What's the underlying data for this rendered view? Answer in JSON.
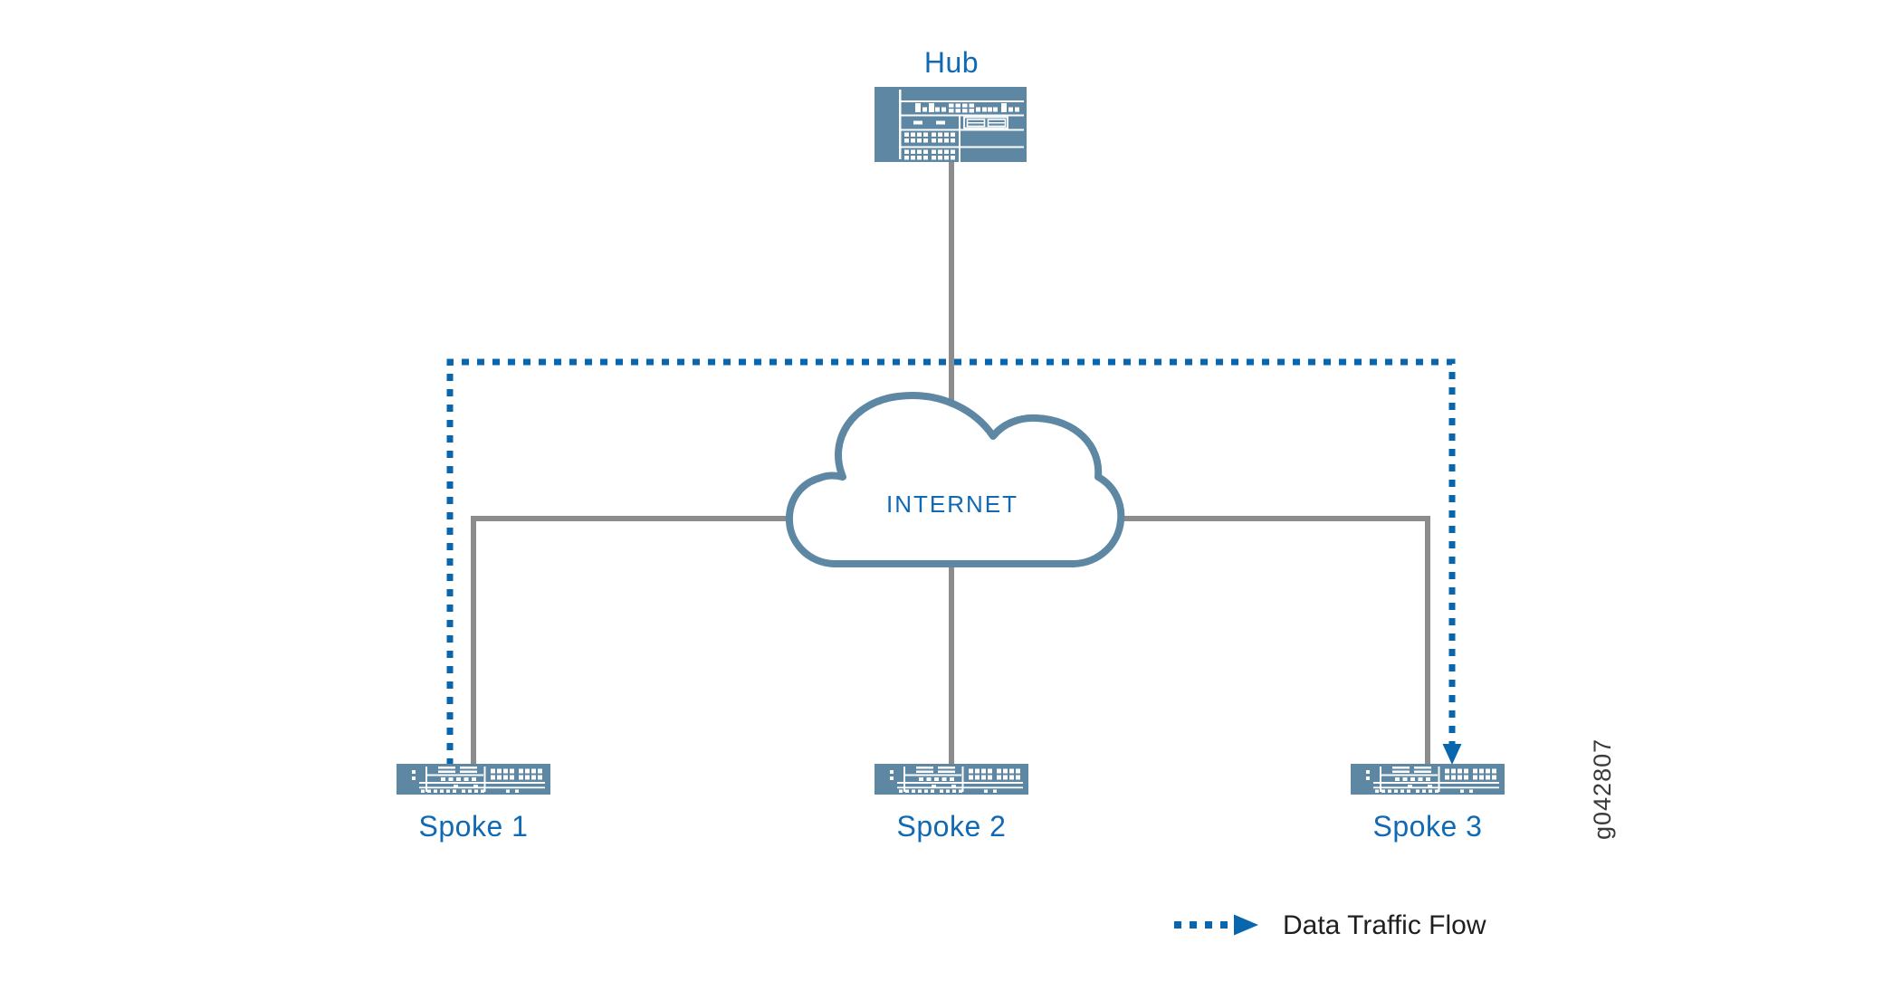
{
  "diagram": {
    "hub": {
      "label": "Hub"
    },
    "cloud": {
      "label": "INTERNET"
    },
    "spokes": [
      {
        "label": "Spoke 1"
      },
      {
        "label": "Spoke 2"
      },
      {
        "label": "Spoke 3"
      }
    ],
    "legend": {
      "label": "Data Traffic Flow"
    },
    "figure_id": "g042807",
    "colors": {
      "device_fill": "#5d87a3",
      "device_detail": "#ffffff",
      "label_blue": "#1069b4",
      "flow_blue": "#0766ae",
      "line_gray": "#8c8c8c",
      "legend_text": "#1f1f1f",
      "figure_id_gray": "#3a3a3a",
      "background": "#ffffff"
    }
  }
}
